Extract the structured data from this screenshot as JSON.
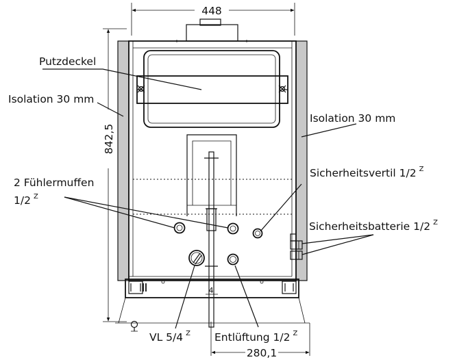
{
  "dimensions": {
    "width_top": "448",
    "height_left": "842,5",
    "width_bottom": "280,1"
  },
  "labels": {
    "putzdeckel": "Putzdeckel",
    "isolation_left": "Isolation 30 mm",
    "isolation_right": "Isolation 30 mm",
    "fuehlermuffen_line1": "2 Fühlermuffen",
    "fuehlermuffen_line2": "1/2",
    "sicherheitsventil": "Sicherheitsvertil 1/2",
    "sicherheitsbatterie": "Sicherheitsbatterie 1/2",
    "vl": "VL 5/4",
    "entlueftung": "Entlüftung 1/2",
    "thread_mark": "Z",
    "plate_number": "4"
  },
  "colors": {
    "insulation": "#c8c8c8",
    "line": "#111111",
    "background": "#ffffff"
  }
}
